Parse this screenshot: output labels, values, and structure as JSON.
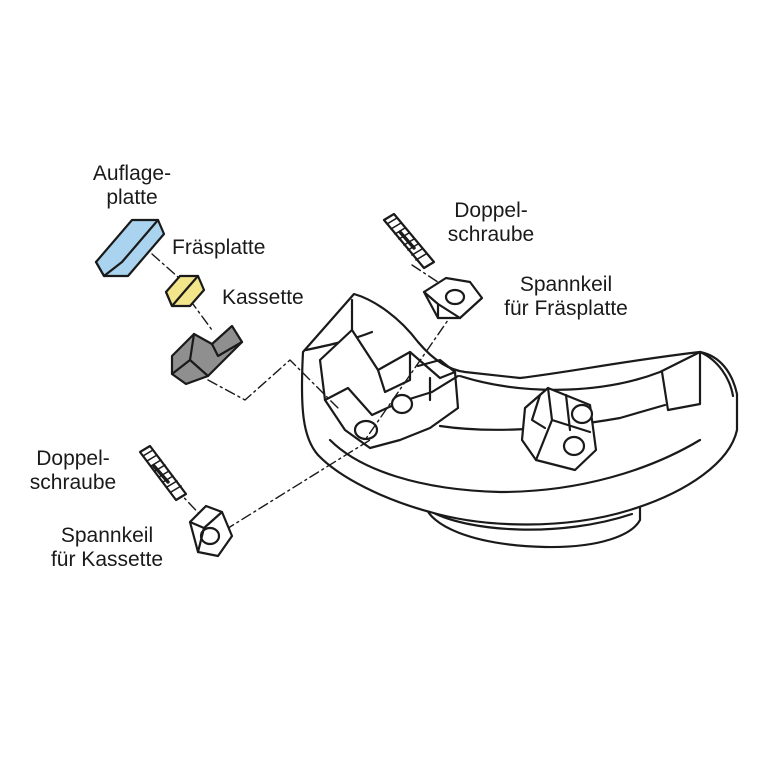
{
  "colors": {
    "line": "#1a1a1a",
    "auflageplatte_fill": "#a9d3ef",
    "fraesplatte_fill": "#f3e68a",
    "kassette_fill": "#8f8f8f",
    "body_fill": "#ffffff"
  },
  "labels": {
    "auflageplatte": {
      "line1": "Auflage-",
      "line2": "platte"
    },
    "fraesplatte": {
      "line1": "Fräsplatte"
    },
    "kassette": {
      "line1": "Kassette"
    },
    "doppelschraube_top": {
      "line1": "Doppel-",
      "line2": "schraube"
    },
    "spannkeil_fraesplatte": {
      "line1": "Spannkeil",
      "line2": "für Fräsplatte"
    },
    "doppelschraube_left": {
      "line1": "Doppel-",
      "line2": "schraube"
    },
    "spannkeil_kassette": {
      "line1": "Spannkeil",
      "line2": "für Kassette"
    }
  }
}
